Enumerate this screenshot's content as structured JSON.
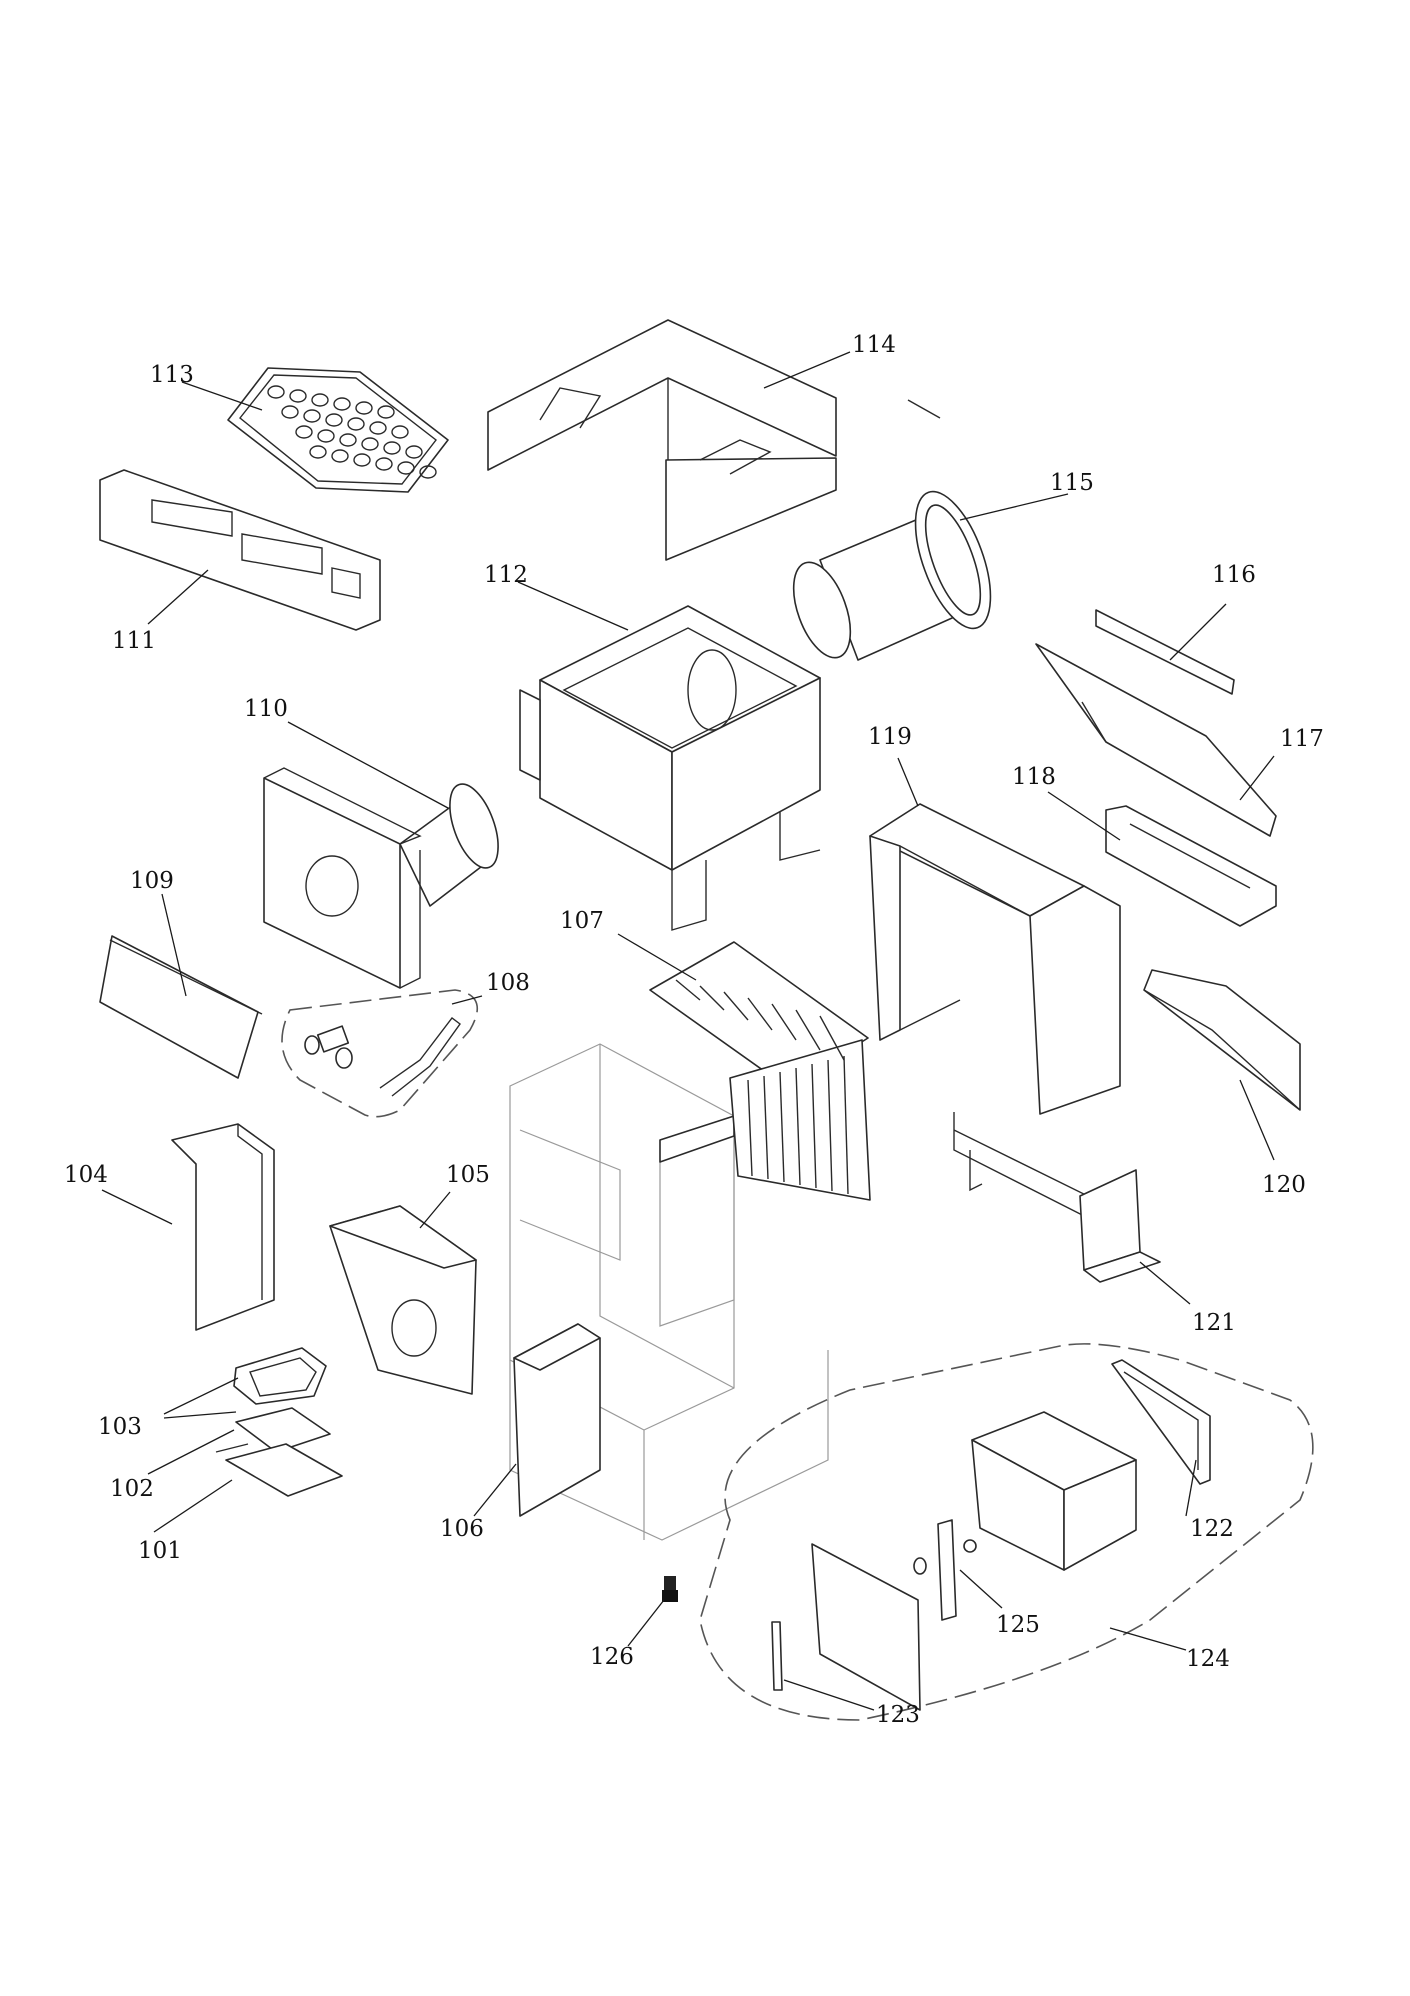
{
  "diagram": {
    "type": "exploded-parts-view",
    "callouts": [
      {
        "id": "101",
        "label": "101"
      },
      {
        "id": "102",
        "label": "102"
      },
      {
        "id": "103",
        "label": "103"
      },
      {
        "id": "104",
        "label": "104"
      },
      {
        "id": "105",
        "label": "105"
      },
      {
        "id": "106",
        "label": "106"
      },
      {
        "id": "107",
        "label": "107"
      },
      {
        "id": "108",
        "label": "108"
      },
      {
        "id": "109",
        "label": "109"
      },
      {
        "id": "110",
        "label": "110"
      },
      {
        "id": "111",
        "label": "111"
      },
      {
        "id": "112",
        "label": "112"
      },
      {
        "id": "113",
        "label": "113"
      },
      {
        "id": "114",
        "label": "114"
      },
      {
        "id": "115",
        "label": "115"
      },
      {
        "id": "116",
        "label": "116"
      },
      {
        "id": "117",
        "label": "117"
      },
      {
        "id": "118",
        "label": "118"
      },
      {
        "id": "119",
        "label": "119"
      },
      {
        "id": "120",
        "label": "120"
      },
      {
        "id": "121",
        "label": "121"
      },
      {
        "id": "122",
        "label": "122"
      },
      {
        "id": "123",
        "label": "123"
      },
      {
        "id": "124",
        "label": "124"
      },
      {
        "id": "125",
        "label": "125"
      },
      {
        "id": "126",
        "label": "126"
      }
    ]
  }
}
